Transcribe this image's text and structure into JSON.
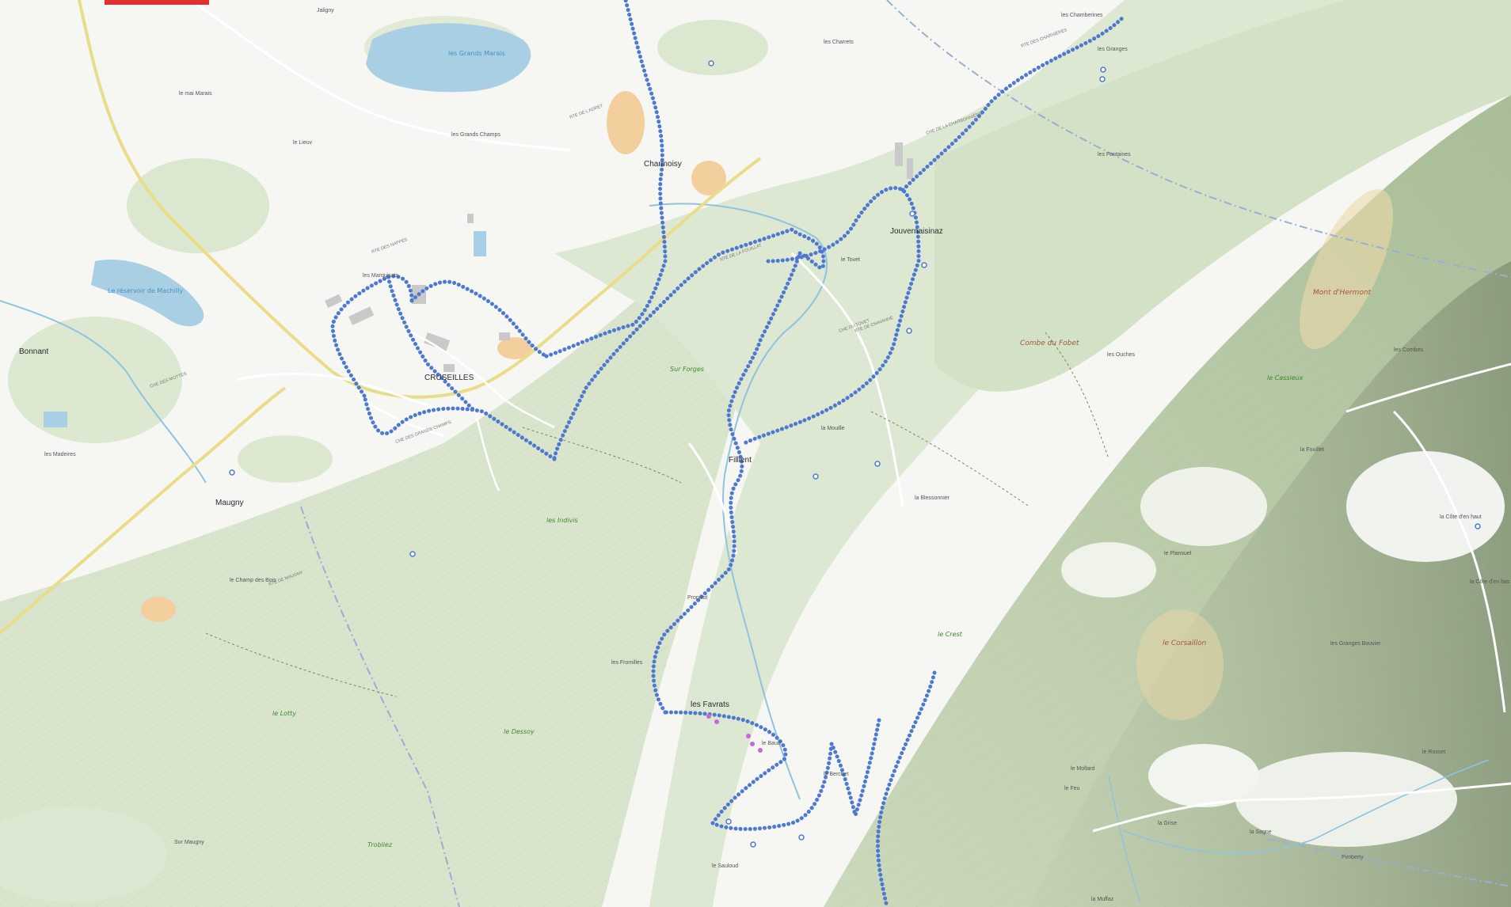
{
  "map": {
    "colors": {
      "background": "#f7f7f4",
      "forest": "#cfdfc2",
      "forest_dark": "#b7cda6",
      "meadow": "#eaf1e2",
      "water": "#a9cfe4",
      "river": "#8fc3de",
      "track": "#4e79d0",
      "road_major": "#f3e79b",
      "road_minor": "#ffffff",
      "contour": "#b3b8a4",
      "border": "#8aa1c6",
      "orange_area": "#f1c892",
      "accent_red": "#e03030"
    },
    "places_major": [
      {
        "id": "cruseilles",
        "name": "CRUSEILLES"
      },
      {
        "id": "charmoisy",
        "name": "Charmoisy"
      },
      {
        "id": "jouvernaisinaz",
        "name": "Jouvernaisinaz"
      },
      {
        "id": "maugny",
        "name": "Maugny"
      },
      {
        "id": "fillient",
        "name": "Fillient"
      },
      {
        "id": "les-favrats",
        "name": "les Favrats"
      },
      {
        "id": "bonnant",
        "name": "Bonnant"
      }
    ],
    "places_minor": [
      {
        "id": "les-grands-champs",
        "name": "les Grands Champs"
      },
      {
        "id": "les-marquisats",
        "name": "les Marquisats"
      },
      {
        "id": "la-mouille",
        "name": "la Mouille"
      },
      {
        "id": "la-blessonnier",
        "name": "la Blessonnier"
      },
      {
        "id": "propillot",
        "name": "Propillot"
      },
      {
        "id": "les-fontaines",
        "name": "les Fontaines"
      },
      {
        "id": "les-granges",
        "name": "les Granges"
      },
      {
        "id": "les-chamberines",
        "name": "les Chamberines"
      },
      {
        "id": "les-combes",
        "name": "les Combes"
      },
      {
        "id": "la-cote-d-en-haut",
        "name": "la Côte d'en haut"
      },
      {
        "id": "la-cote-d-en-bas",
        "name": "la Côte d'en bas"
      },
      {
        "id": "le-plansuel",
        "name": "le Plansuel"
      },
      {
        "id": "les-granges-bouvier",
        "name": "les Granges Bouvier"
      },
      {
        "id": "le-mollard",
        "name": "le Mollard"
      },
      {
        "id": "le-feu",
        "name": "le Feu"
      },
      {
        "id": "la-grise",
        "name": "la Grise"
      },
      {
        "id": "la-sagne",
        "name": "la Sagne"
      },
      {
        "id": "pimberty",
        "name": "Pimberty"
      },
      {
        "id": "les-fromilles",
        "name": "les Fromilles"
      },
      {
        "id": "le-sauloud",
        "name": "le Sauloud"
      },
      {
        "id": "sur-maugny",
        "name": "Sur Maugny"
      },
      {
        "id": "la-muffaz",
        "name": "la Muffaz"
      },
      {
        "id": "le-lieuv",
        "name": "le Lieuv"
      },
      {
        "id": "les-madeires",
        "name": "les Madeires"
      },
      {
        "id": "le-tovet",
        "name": "le Tovet"
      },
      {
        "id": "le-champ-des-bois",
        "name": "le Champ des Bois"
      },
      {
        "id": "le-mai-marais",
        "name": "le mai Marais"
      },
      {
        "id": "le-baud",
        "name": "le Baud"
      },
      {
        "id": "les-charrets",
        "name": "les Charrets"
      },
      {
        "id": "le-rosset",
        "name": "le Rosset"
      },
      {
        "id": "la-fouillet",
        "name": "la Fouillet"
      },
      {
        "id": "jaligny",
        "name": "Jaligny"
      },
      {
        "id": "les-ouches",
        "name": "les Ouches"
      },
      {
        "id": "le-berchet",
        "name": "le Berchet"
      }
    ],
    "green_labels": [
      {
        "id": "sur-forges",
        "name": "Sur Forges"
      },
      {
        "id": "les-indivis",
        "name": "les Indivis"
      },
      {
        "id": "le-lotty",
        "name": "le Lotty"
      },
      {
        "id": "le-dessoy",
        "name": "le Dessoy"
      },
      {
        "id": "trobliez",
        "name": "Trobliez"
      },
      {
        "id": "le-crest",
        "name": "le Crest"
      },
      {
        "id": "le-cassieux",
        "name": "le Cassieux"
      }
    ],
    "brown_labels": [
      {
        "id": "combe-du-fobet",
        "name": "Combe du Fobet"
      },
      {
        "id": "mont-d-hermont",
        "name": "Mont d'Hermont"
      },
      {
        "id": "le-corsaillon",
        "name": "le Corsaillon"
      }
    ],
    "water_labels": [
      {
        "id": "les-grands-marais",
        "name": "les Grands Marais"
      },
      {
        "id": "le-barrage",
        "name": "Le réservoir de Machilly"
      }
    ],
    "road_labels": [
      {
        "id": "r1",
        "name": "RTE DE L'ADRET"
      },
      {
        "id": "r2",
        "name": "RTE DES NAPPES"
      },
      {
        "id": "r3",
        "name": "RTE DE LA FOUILLAT"
      },
      {
        "id": "r4",
        "name": "CHE DE LA CHARBONNIÈRE"
      },
      {
        "id": "r5",
        "name": "RTE DE CHAVANNE"
      },
      {
        "id": "r6",
        "name": "CHE DES GRANDS CHAMPS"
      },
      {
        "id": "r7",
        "name": "RTE DES CHARNIÈRES"
      },
      {
        "id": "r8",
        "name": "CHE DU TOVET"
      },
      {
        "id": "r9",
        "name": "RTE DE MAUGNY"
      },
      {
        "id": "r10",
        "name": "CHE DES MOTTES"
      }
    ],
    "track": {
      "name": "GPS track",
      "style": "dotted",
      "color": "#4e79d0"
    }
  }
}
